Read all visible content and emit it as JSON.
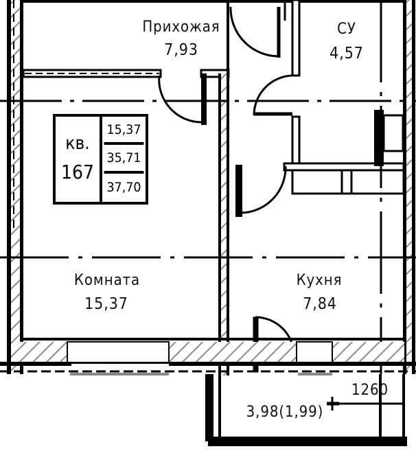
{
  "floor_plan": {
    "apartment": {
      "label": "кв.",
      "number": "167",
      "living_area": "15,37",
      "total_area": "35,71",
      "total_area_with_balcony": "37,70"
    },
    "rooms": [
      {
        "id": "hallway",
        "name": "Прихожая",
        "area": "7,93"
      },
      {
        "id": "bathroom",
        "name": "СУ",
        "area": "4,57"
      },
      {
        "id": "living-room",
        "name": "Комната",
        "area": "15,37"
      },
      {
        "id": "kitchen",
        "name": "Кухня",
        "area": "7,84"
      }
    ],
    "balcony": {
      "area": "3,98(1,99)",
      "dimension": "1260"
    },
    "colors": {
      "wall": "#000000",
      "hatch": "#888888",
      "background": "#ffffff"
    }
  }
}
